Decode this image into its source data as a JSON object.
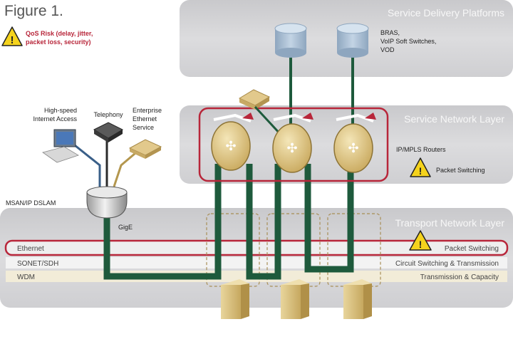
{
  "figure_title": "Figure 1.",
  "qos_warning": {
    "line1": "QoS Risk (delay, jitter,",
    "line2": "packet loss, security)"
  },
  "layers": {
    "service_delivery": {
      "title": "Service Delivery Platforms"
    },
    "service_network": {
      "title": "Service Network Layer"
    },
    "transport_network": {
      "title": "Transport Network Layer"
    }
  },
  "platform_labels": {
    "line1": "BRAS,",
    "line2": "VoIP Soft Switches,",
    "line3": "VOD"
  },
  "router_labels": {
    "routers": "IP/MPLS Routers",
    "packet_switching": "Packet Switching"
  },
  "access": {
    "internet_line1": "High-speed",
    "internet_line2": "Internet Access",
    "telephony": "Telephony",
    "enterprise_line1": "Enterprise",
    "enterprise_line2": "Ethernet",
    "enterprise_line3": "Service",
    "msan": "MSAN/IP DSLAM",
    "gige": "GigE"
  },
  "transport_rows": [
    {
      "name": "Ethernet",
      "function": "Packet Switching"
    },
    {
      "name": "SONET/SDH",
      "function": "Circuit Switching & Transmission"
    },
    {
      "name": "WDM",
      "function": "Transmission & Capacity"
    }
  ],
  "colors": {
    "panel": "#d6d6d8",
    "panel_title": "#f4f4f4",
    "highlight_red": "#b8263a",
    "cable_green": "#1e5a3c",
    "router_beige": "#e6cf8f",
    "database_blue": "#a9bfd6",
    "warning_yellow": "#f5d31c",
    "warning_text": "#b8263a"
  }
}
